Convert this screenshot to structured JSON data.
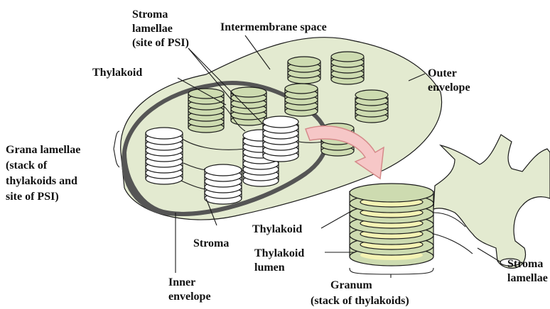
{
  "colors": {
    "envelope_fill": "#e3ead0",
    "stack_fill": "#cddbb0",
    "stack_white": "#ffffff",
    "lumen_fill": "#f4f3b4",
    "inner_envelope": "#555555",
    "arrow_fill": "#f6c7c7",
    "arrow_stroke": "#d58a8a",
    "stroke": "#1a1a1a"
  },
  "labels": {
    "stroma_lamellae_top": [
      "Stroma",
      "lamellae",
      "(site of PSI)"
    ],
    "intermembrane_space": "Intermembrane space",
    "thylakoid_top": "Thylakoid",
    "outer_envelope": [
      "Outer",
      "envelope"
    ],
    "grana_lamellae": [
      "Grana lamellae",
      "(stack of",
      "thylakoids and",
      "site of PSI)"
    ],
    "stroma": "Stroma",
    "inner_envelope": [
      "Inner",
      "envelope"
    ],
    "thylakoid_zoom": "Thylakoid",
    "thylakoid_lumen": [
      "Thylakoid",
      "lumen"
    ],
    "granum": [
      "Granum",
      "(stack of thylakoids)"
    ],
    "stroma_lamellae_right": [
      "Stroma",
      "lamellae"
    ]
  }
}
